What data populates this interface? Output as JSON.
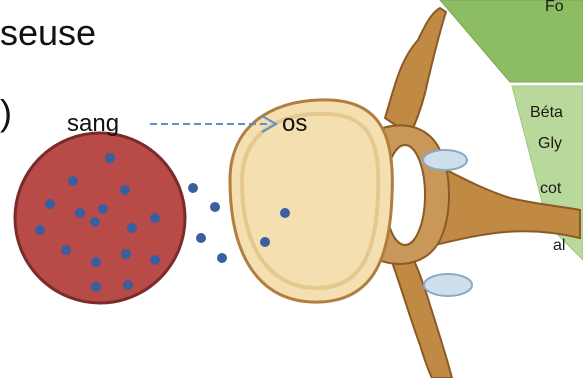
{
  "slide": {
    "title_fragment": "seuse",
    "paren_fragment": ")"
  },
  "diagram": {
    "blood_label": "sang",
    "bone_label": "os",
    "colors": {
      "blood_circle": "#b84a48",
      "blood_outline": "#7a2b2b",
      "particle": "#3a5fa0",
      "arrow": "#5b8fd0",
      "bone_body": "#f3dfb0",
      "bone_process": "#c08a45",
      "panel_top": "#8dbd62",
      "panel_bottom": "#b9d99c"
    },
    "panel_fragments": [
      "Fo",
      "Béta",
      "Gly",
      "cot",
      "al"
    ]
  }
}
